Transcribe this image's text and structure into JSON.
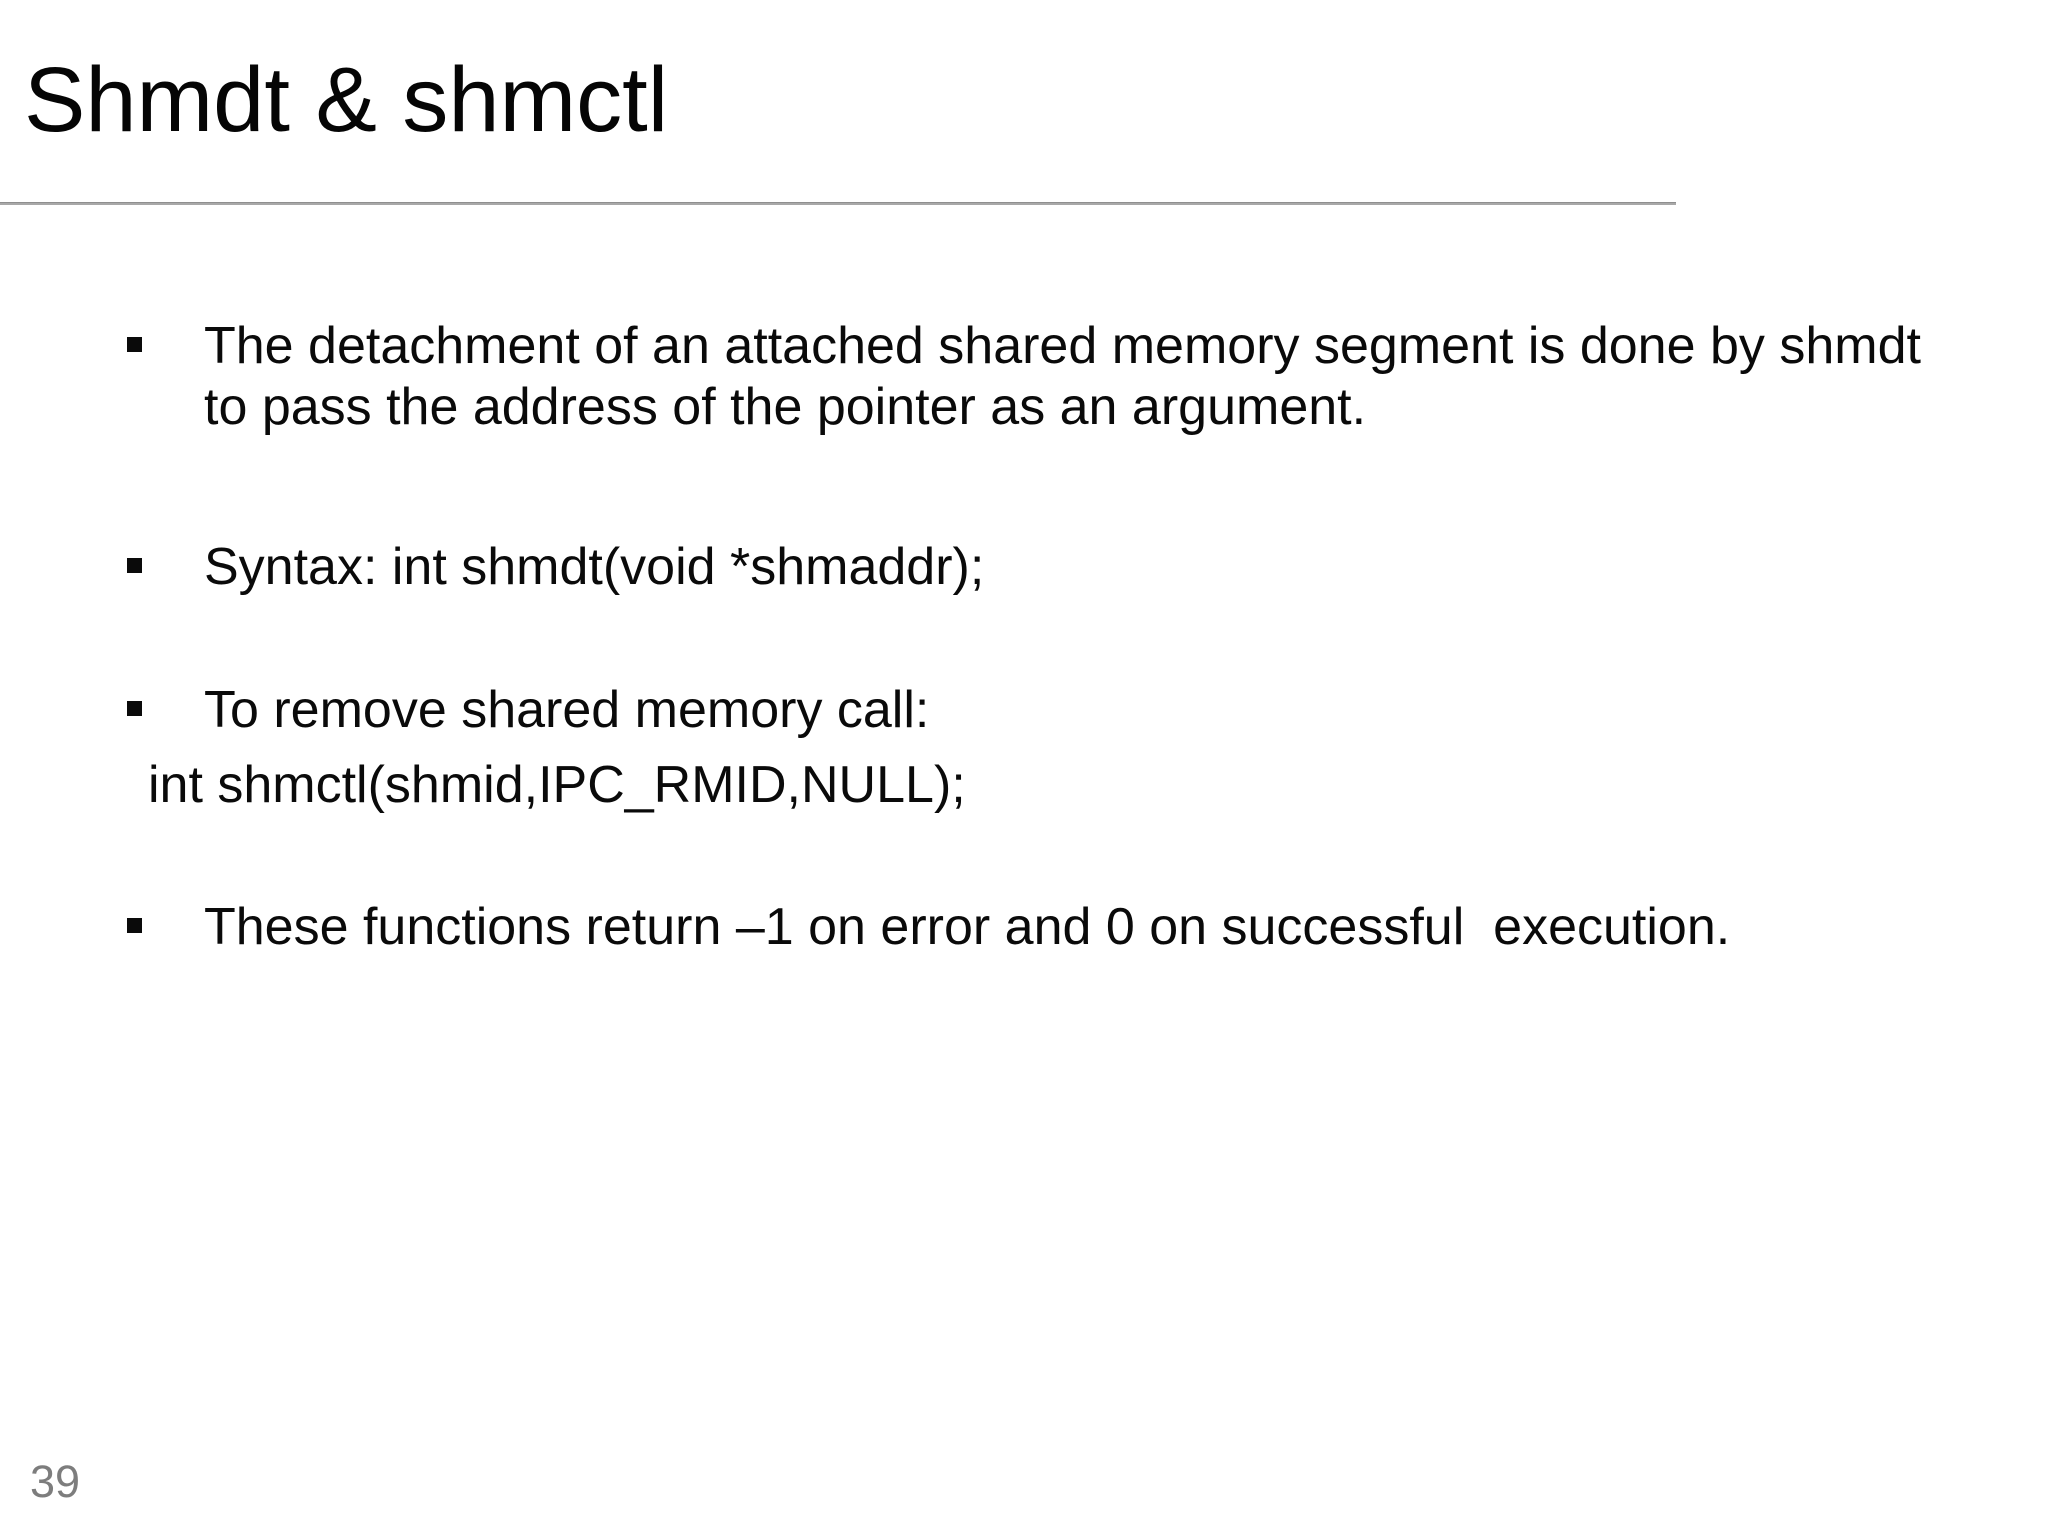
{
  "slide": {
    "title": "Shmdt & shmctl",
    "page_number": "39",
    "bullet_1": {
      "line_1": "The detachment of an attached shared memory segment is done by shmdt",
      "line_2": "to pass the address of the pointer as an argument."
    },
    "bullet_2": "Syntax: int shmdt(void *shmaddr);",
    "bullet_3": "To remove shared memory call:",
    "code_line": "int shmctl(shmid,IPC_RMID,NULL);",
    "bullet_4": "These functions return –1 on error and 0 on successful  execution."
  },
  "colors": {
    "background": "#ffffff",
    "title_text": "#050505",
    "body_text": "#0a0a0a",
    "divider": "#a8a8a8",
    "page_number": "#7d7d7d"
  }
}
